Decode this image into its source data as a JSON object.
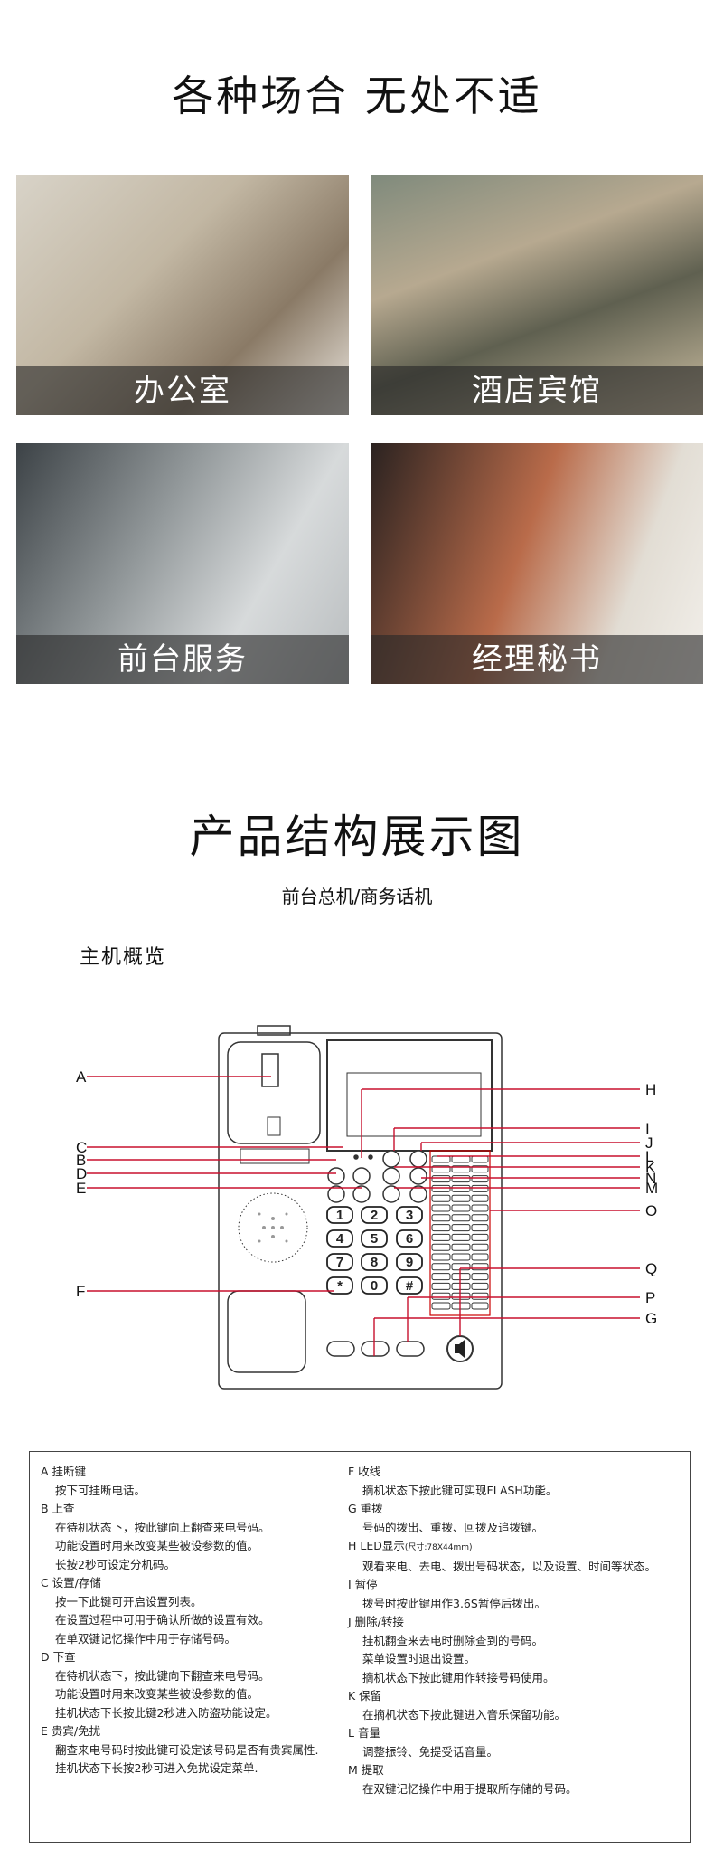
{
  "title1": "各种场合  无处不适",
  "scenes": [
    {
      "label": "办公室"
    },
    {
      "label": "酒店宾馆"
    },
    {
      "label": "前台服务"
    },
    {
      "label": "经理秘书"
    }
  ],
  "title2": "产品结构展示图",
  "subtitle": "前台总机/商务话机",
  "overview": "主机概览",
  "callouts": [
    "A",
    "B",
    "C",
    "D",
    "E",
    "F",
    "G",
    "H",
    "I",
    "J",
    "K",
    "L",
    "M",
    "N",
    "O",
    "P",
    "Q"
  ],
  "keypad": [
    "1",
    "2",
    "3",
    "4",
    "5",
    "6",
    "7",
    "8",
    "9",
    "*",
    "0",
    "#"
  ],
  "legend_left": [
    {
      "h": "A 挂断键",
      "d": [
        "按下可挂断电话。"
      ]
    },
    {
      "h": "B 上查",
      "d": [
        "在待机状态下，按此键向上翻查来电号码。",
        "功能设置时用来改变某些被设参数的值。",
        "长按2秒可设定分机码。"
      ]
    },
    {
      "h": "C 设置/存储",
      "d": [
        "按一下此键可开启设置列表。",
        "在设置过程中可用于确认所做的设置有效。",
        "在单双键记忆操作中用于存储号码。"
      ]
    },
    {
      "h": "D 下查",
      "d": [
        "在待机状态下，按此键向下翻查来电号码。",
        "功能设置时用来改变某些被设参数的值。",
        "挂机状态下长按此键2秒进入防盗功能设定。"
      ]
    },
    {
      "h": "E 贵宾/免扰",
      "d": [
        "翻查来电号码时按此键可设定该号码是否有贵宾属性.",
        "挂机状态下长按2秒可进入免扰设定菜单."
      ]
    }
  ],
  "legend_right": [
    {
      "h": "F 收线",
      "d": [
        "摘机状态下按此键可实现FLASH功能。"
      ]
    },
    {
      "h": "G 重拨",
      "d": [
        "号码的拨出、重拨、回拨及追拨键。"
      ]
    },
    {
      "h": "H LED显示",
      "note": "(尺寸:78X44mm)",
      "d": [
        "观看来电、去电、拨出号码状态，以及设置、时间等状态。"
      ]
    },
    {
      "h": "I 暂停",
      "d": [
        "拨号时按此键用作3.6S暂停后拨出。"
      ]
    },
    {
      "h": "J 删除/转接",
      "d": [
        "挂机翻查来去电时删除查到的号码。",
        "菜单设置时退出设置。",
        "摘机状态下按此键用作转接号码使用。"
      ]
    },
    {
      "h": "K 保留",
      "d": [
        "在摘机状态下按此键进入音乐保留功能。"
      ]
    },
    {
      "h": "L 音量",
      "d": [
        "调整振铃、免提受话音量。"
      ]
    },
    {
      "h": "M 提取",
      "d": [
        "在双键记忆操作中用于提取所存储的号码。"
      ]
    }
  ]
}
